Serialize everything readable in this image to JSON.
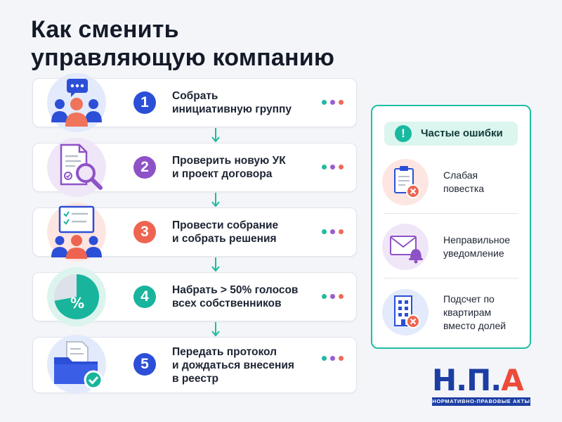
{
  "title": {
    "line1": "Как сменить",
    "line2": "управляющую компанию"
  },
  "steps": [
    {
      "number": "1",
      "line1": "Собрать",
      "line2": "инициативную группу",
      "line3": "",
      "icon": "people-chat-icon",
      "accent": "#2c4fd7"
    },
    {
      "number": "2",
      "line1": "Проверить новую УК",
      "line2": "и проект договора",
      "line3": "",
      "icon": "document-magnifier-icon",
      "accent": "#8e52c7"
    },
    {
      "number": "3",
      "line1": "Провести собрание",
      "line2": "и собрать решения",
      "line3": "",
      "icon": "meeting-checklist-icon",
      "accent": "#ee6450"
    },
    {
      "number": "4",
      "line1": "Набрать > 50% голосов",
      "line2": "всех собственников",
      "line3": "",
      "icon": "percent-pie-icon",
      "accent": "#18b59c"
    },
    {
      "number": "5",
      "line1": "Передать протокол",
      "line2": "и дождаться внесения",
      "line3": "в реестр",
      "icon": "folder-check-icon",
      "accent": "#2c4fd7"
    }
  ],
  "mistakes": {
    "title": "Частые ошибки",
    "items": [
      {
        "line1": "Слабая",
        "line2": "повестка",
        "line3": "",
        "icon": "clipboard-error-icon"
      },
      {
        "line1": "Неправильное",
        "line2": "уведомление",
        "line3": "",
        "icon": "envelope-bell-icon"
      },
      {
        "line1": "Подсчет по",
        "line2": "квартирам",
        "line3": "вместо долей",
        "icon": "building-error-icon"
      }
    ]
  },
  "logo": {
    "letters": "Н.П.А",
    "subtitle": "НОРМАТИВНО-ПРАВОВЫЕ АКТЫ"
  },
  "colors": {
    "blue": "#2c4fd7",
    "purple": "#8e52c7",
    "coral": "#ee6450",
    "teal": "#18b59c",
    "panel_border": "#20bfa6",
    "dot_teal": "#22b8a2",
    "dot_purple": "#9a5cd0",
    "dot_coral": "#f06a57"
  }
}
